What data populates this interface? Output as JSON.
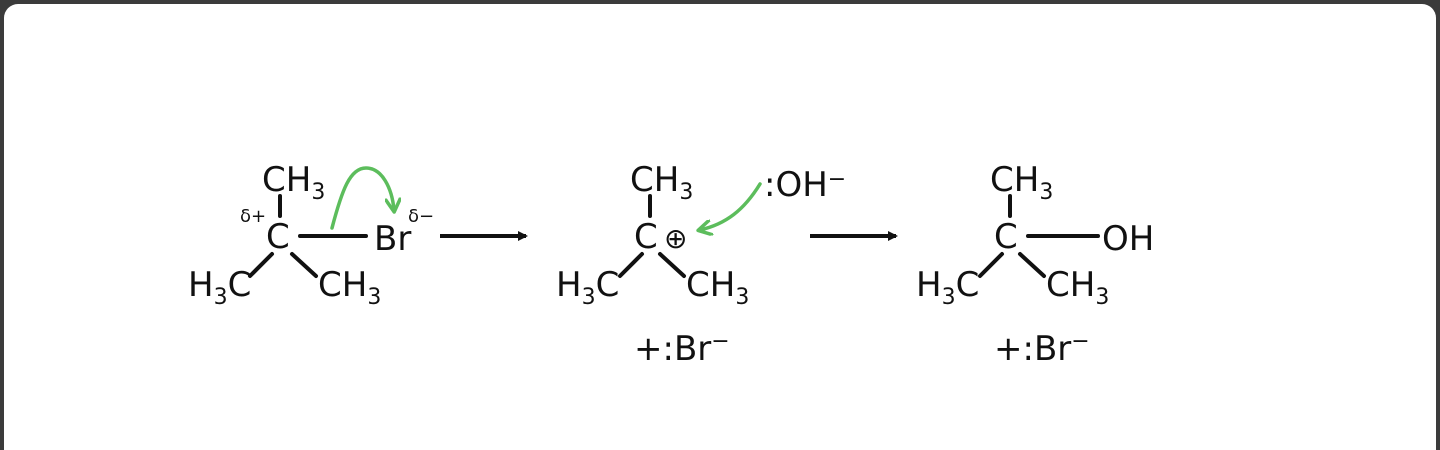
{
  "colors": {
    "background_frame": "#3b3b3b",
    "card": "#ffffff",
    "ink": "#111111",
    "curly_arrow": "#5cbd5c"
  },
  "molecule_1": {
    "top": "CH",
    "top_sub": "3",
    "center": "C",
    "center_charge": "δ+",
    "right": "Br",
    "right_charge": "δ−",
    "left_bottom_main": "H",
    "left_bottom_sub": "3",
    "left_bottom_tail": "C",
    "right_bottom": "CH",
    "right_bottom_sub": "3"
  },
  "molecule_2": {
    "top": "CH",
    "top_sub": "3",
    "center": "C",
    "center_charge": "⊕",
    "nucleophile": ":OH",
    "nucleophile_charge": "−",
    "left_bottom_main": "H",
    "left_bottom_sub": "3",
    "left_bottom_tail": "C",
    "right_bottom": "CH",
    "right_bottom_sub": "3",
    "byproduct": "+:Br",
    "byproduct_charge": "−"
  },
  "molecule_3": {
    "top": "CH",
    "top_sub": "3",
    "center": "C",
    "right": "OH",
    "left_bottom_main": "H",
    "left_bottom_sub": "3",
    "left_bottom_tail": "C",
    "right_bottom": "CH",
    "right_bottom_sub": "3",
    "byproduct": "+:Br",
    "byproduct_charge": "−"
  }
}
